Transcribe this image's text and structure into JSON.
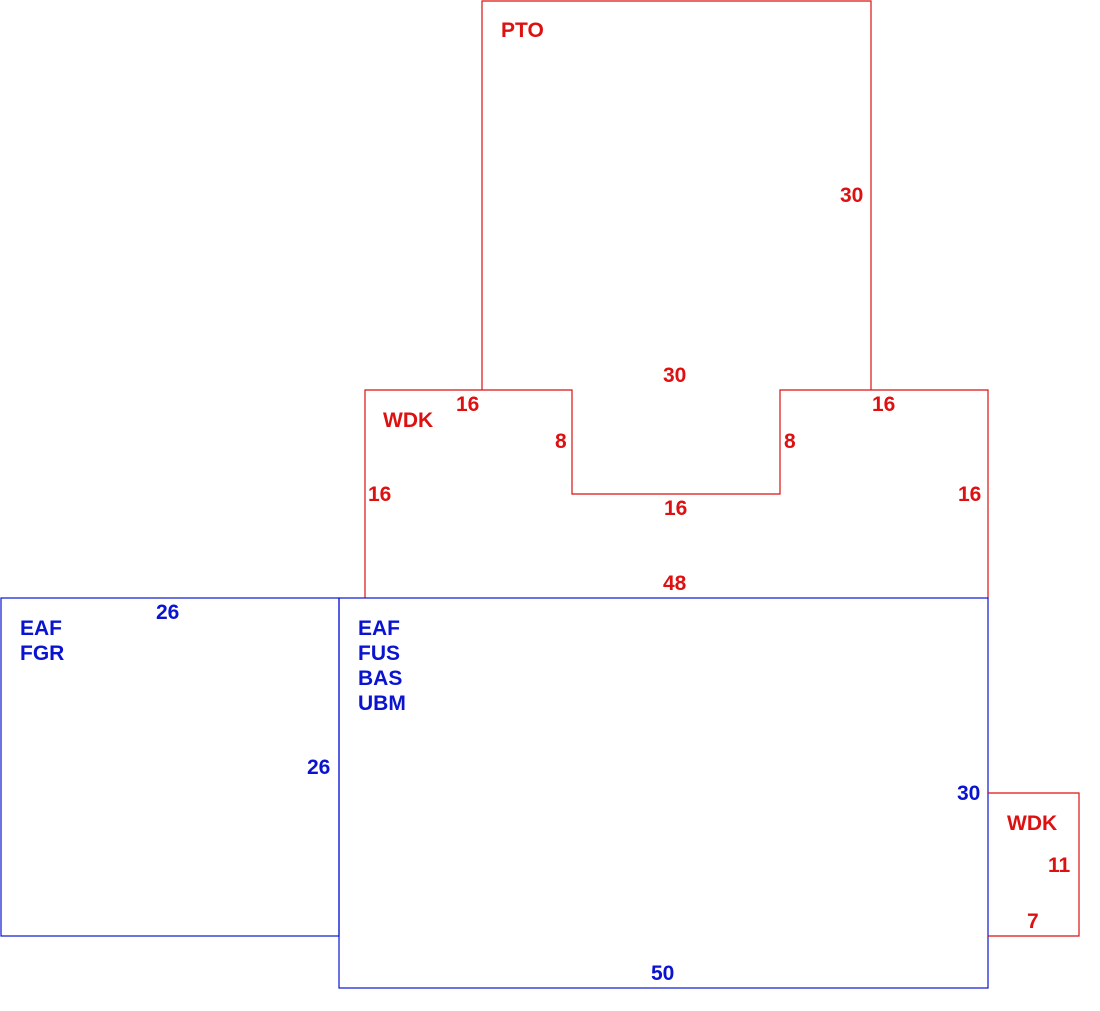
{
  "colors": {
    "red": "#dd1111",
    "blue": "#0a14d0"
  },
  "areas": {
    "pto": {
      "code": "PTO",
      "dims": {
        "right": "30",
        "bottom": "30"
      }
    },
    "wdk_main": {
      "code": "WDK",
      "dims": {
        "top_left": "16",
        "top_right": "16",
        "left": "16",
        "right": "16",
        "bottom": "48",
        "notch_left": "8",
        "notch_right": "8",
        "notch_bottom": "16"
      }
    },
    "left_block": {
      "codes": [
        "EAF",
        "FGR"
      ],
      "dims": {
        "top": "26",
        "right": "26"
      }
    },
    "main_block": {
      "codes": [
        "EAF",
        "FUS",
        "BAS",
        "UBM"
      ],
      "dims": {
        "right": "30",
        "bottom": "50"
      }
    },
    "wdk_small": {
      "code": "WDK",
      "dims": {
        "right": "11",
        "bottom": "7"
      }
    }
  }
}
